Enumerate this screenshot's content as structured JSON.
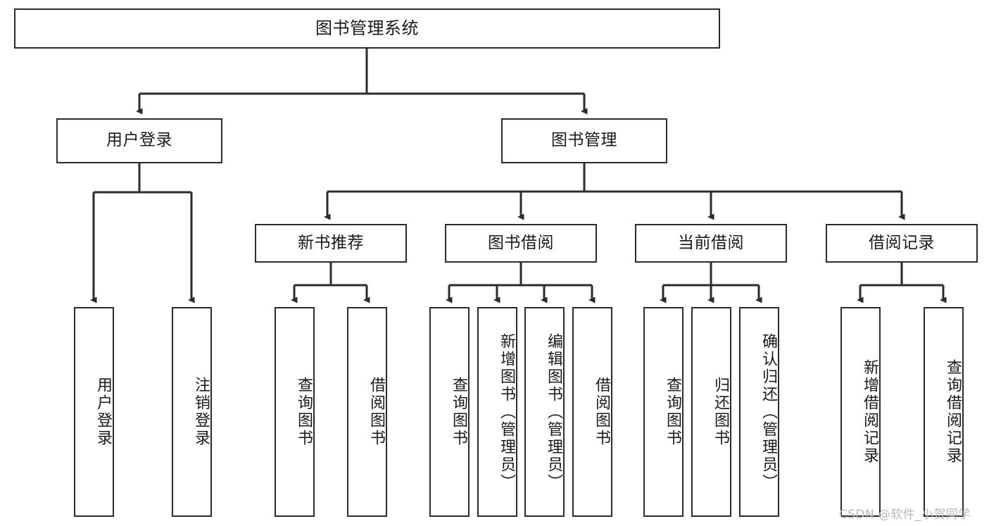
{
  "diagram": {
    "title": "图书管理系统",
    "watermark": "CSDN @软件_小贺同学",
    "line_color": "#2b2b2b",
    "box_fill": "#ffffff",
    "text_color": "#1a1a1a",
    "watermark_color": "#b9b9b9",
    "root": {
      "id": "root",
      "label": "图书管理系统"
    },
    "level2": [
      {
        "id": "user-login",
        "label": "用户登录"
      },
      {
        "id": "book-manage",
        "label": "图书管理"
      }
    ],
    "level3": [
      {
        "id": "new-book-recommend",
        "label": "新书推荐",
        "parent": "book-manage"
      },
      {
        "id": "book-borrow",
        "label": "图书借阅",
        "parent": "book-manage"
      },
      {
        "id": "current-borrow",
        "label": "当前借阅",
        "parent": "book-manage"
      },
      {
        "id": "borrow-record",
        "label": "借阅记录",
        "parent": "book-manage"
      }
    ],
    "leaves": [
      {
        "id": "leaf-user-login",
        "label": "用户登录",
        "parent": "user-login"
      },
      {
        "id": "leaf-user-logout",
        "label": "注销登录",
        "parent": "user-login"
      },
      {
        "id": "leaf-query-book-1",
        "label": "查询图书",
        "parent": "new-book-recommend"
      },
      {
        "id": "leaf-borrow-book-1",
        "label": "借阅图书",
        "parent": "new-book-recommend"
      },
      {
        "id": "leaf-query-book-2",
        "label": "查询图书",
        "parent": "book-borrow"
      },
      {
        "id": "leaf-add-book",
        "label": "新增图书（管理员）",
        "parent": "book-borrow"
      },
      {
        "id": "leaf-edit-book",
        "label": "编辑图书（管理员）",
        "parent": "book-borrow"
      },
      {
        "id": "leaf-borrow-book-2",
        "label": "借阅图书",
        "parent": "book-borrow"
      },
      {
        "id": "leaf-query-book-3",
        "label": "查询图书",
        "parent": "current-borrow"
      },
      {
        "id": "leaf-return-book",
        "label": "归还图书",
        "parent": "current-borrow"
      },
      {
        "id": "leaf-confirm-return",
        "label": "确认归还（管理员）",
        "parent": "current-borrow"
      },
      {
        "id": "leaf-add-record",
        "label": "新增借阅记录",
        "parent": "borrow-record"
      },
      {
        "id": "leaf-query-record",
        "label": "查询借阅记录",
        "parent": "borrow-record"
      }
    ]
  }
}
